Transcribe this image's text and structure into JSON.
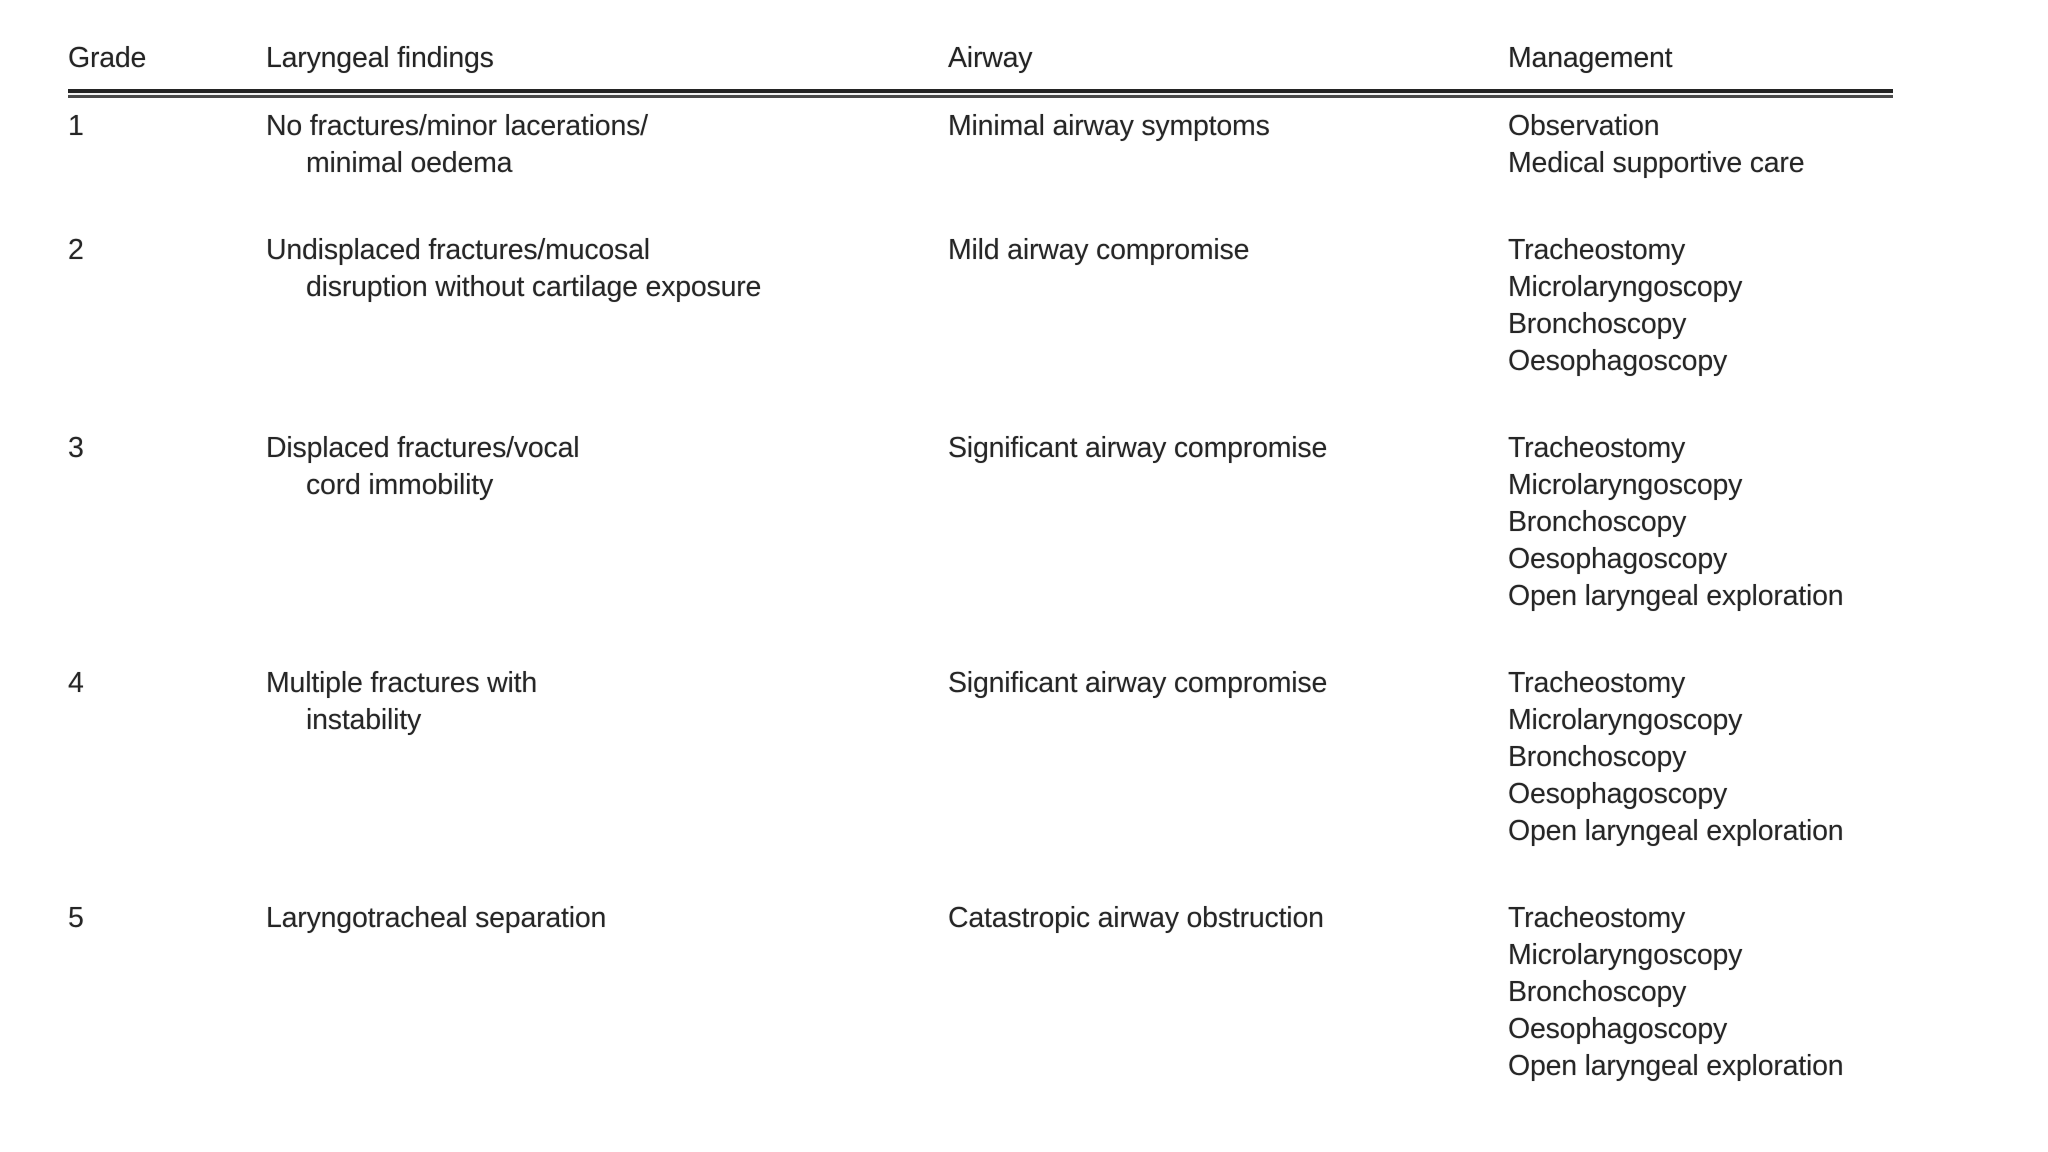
{
  "table": {
    "columns": [
      "Grade",
      "Laryngeal findings",
      "Airway",
      "Management"
    ],
    "rows": [
      {
        "grade": "1",
        "findings": [
          "No fractures/minor lacerations/",
          "minimal oedema"
        ],
        "airway": "Minimal airway symptoms",
        "management": [
          "Observation",
          "Medical supportive care"
        ]
      },
      {
        "grade": "2",
        "findings": [
          "Undisplaced fractures/mucosal",
          "disruption without cartilage exposure"
        ],
        "airway": "Mild airway compromise",
        "management": [
          "Tracheostomy",
          "Microlaryngoscopy",
          "Bronchoscopy",
          "Oesophagoscopy"
        ]
      },
      {
        "grade": "3",
        "findings": [
          "Displaced fractures/vocal",
          "cord immobility"
        ],
        "airway": "Significant airway compromise",
        "management": [
          "Tracheostomy",
          "Microlaryngoscopy",
          "Bronchoscopy",
          "Oesophagoscopy",
          "Open laryngeal exploration"
        ]
      },
      {
        "grade": "4",
        "findings": [
          "Multiple fractures with",
          "instability"
        ],
        "airway": "Significant airway compromise",
        "management": [
          "Tracheostomy",
          "Microlaryngoscopy",
          "Bronchoscopy",
          "Oesophagoscopy",
          "Open laryngeal exploration"
        ]
      },
      {
        "grade": "5",
        "findings": [
          "Laryngotracheal separation"
        ],
        "airway": "Catastropic airway obstruction",
        "management": [
          "Tracheostomy",
          "Microlaryngoscopy",
          "Bronchoscopy",
          "Oesophagoscopy",
          "Open laryngeal exploration"
        ]
      }
    ]
  },
  "colors": {
    "background": "#ffffff",
    "text": "#262626",
    "rule": "#242424"
  }
}
